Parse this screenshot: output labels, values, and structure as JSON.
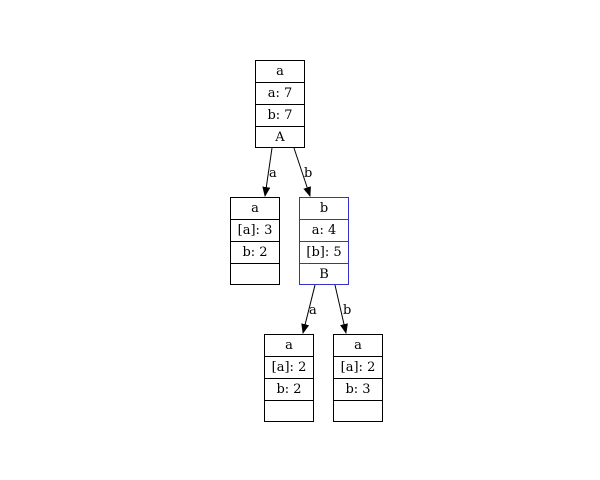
{
  "colors": {
    "default_border": "#000000",
    "highlight_border": "#3333cc",
    "edge": "#000000",
    "background": "#ffffff"
  },
  "nodes": [
    {
      "id": "root",
      "highlight": false,
      "rows": [
        "a",
        "a: 7",
        "b: 7",
        "A"
      ]
    },
    {
      "id": "left",
      "highlight": false,
      "rows": [
        "a",
        "[a]: 3",
        "b: 2",
        ""
      ]
    },
    {
      "id": "right",
      "highlight": true,
      "rows": [
        "b",
        "a: 4",
        "[b]: 5",
        "B"
      ]
    },
    {
      "id": "right-left",
      "highlight": false,
      "rows": [
        "a",
        "[a]: 2",
        "b: 2",
        ""
      ]
    },
    {
      "id": "right-right",
      "highlight": false,
      "rows": [
        "a",
        "[a]: 2",
        "b: 3",
        ""
      ]
    }
  ],
  "edges": [
    {
      "from": "root",
      "to": "left",
      "label": "a"
    },
    {
      "from": "root",
      "to": "right",
      "label": "b"
    },
    {
      "from": "right",
      "to": "right-left",
      "label": "a"
    },
    {
      "from": "right",
      "to": "right-right",
      "label": "b"
    }
  ]
}
